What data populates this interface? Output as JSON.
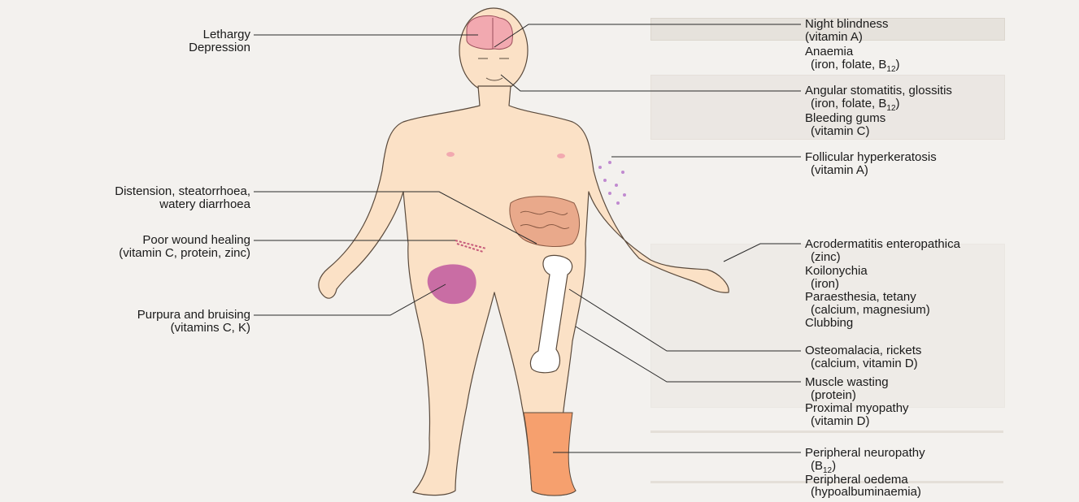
{
  "labels": {
    "lethargy": "Lethargy",
    "depression": "Depression",
    "distension": "Distension, steatorrhoea,",
    "watery": "watery diarrhoea",
    "poor_wound": "Poor wound healing",
    "poor_wound_cause": "(vitamin C, protein, zinc)",
    "purpura": "Purpura and bruising",
    "purpura_cause": "(vitamins C, K)",
    "night_blindness": "Night blindness",
    "night_blindness_cause": "(vitamin A)",
    "anaemia": "Anaemia",
    "anaemia_cause": "(iron, folate, B",
    "angular": "Angular stomatitis, glossitis",
    "angular_cause": "(iron, folate, B",
    "bleeding": "Bleeding gums",
    "bleeding_cause": "(vitamin C)",
    "follicular": "Follicular hyperkeratosis",
    "follicular_cause": "(vitamin A)",
    "acro": "Acrodermatitis enteropathica",
    "acro_cause": "(zinc)",
    "koilonychia": "Koilonychia",
    "koilonychia_cause": "(iron)",
    "paraesthesia": "Paraesthesia, tetany",
    "paraesthesia_cause": "(calcium, magnesium)",
    "clubbing": "Clubbing",
    "osteo": "Osteomalacia, rickets",
    "osteo_cause": "(calcium, vitamin D)",
    "muscle": "Muscle wasting",
    "muscle_cause": "(protein)",
    "proximal": "Proximal myopathy",
    "proximal_cause": "(vitamin D)",
    "neuropathy": "Peripheral neuropathy",
    "neuropathy_cause": "(B",
    "oedema": "Peripheral oedema",
    "oedema_cause": "(hypoalbuminaemia)",
    "sub12": "12",
    "close_paren": ")"
  },
  "colors": {
    "skin": "#fbe1c6",
    "outline": "#5a4a3c",
    "brain": "#f2a9b0",
    "purpura": "#c0589e",
    "lower_leg": "#f6a06e",
    "bone": "#ffffff",
    "gut": "#e9a98b",
    "spots": "#c08ad0",
    "leader": "#2a2a2a"
  }
}
